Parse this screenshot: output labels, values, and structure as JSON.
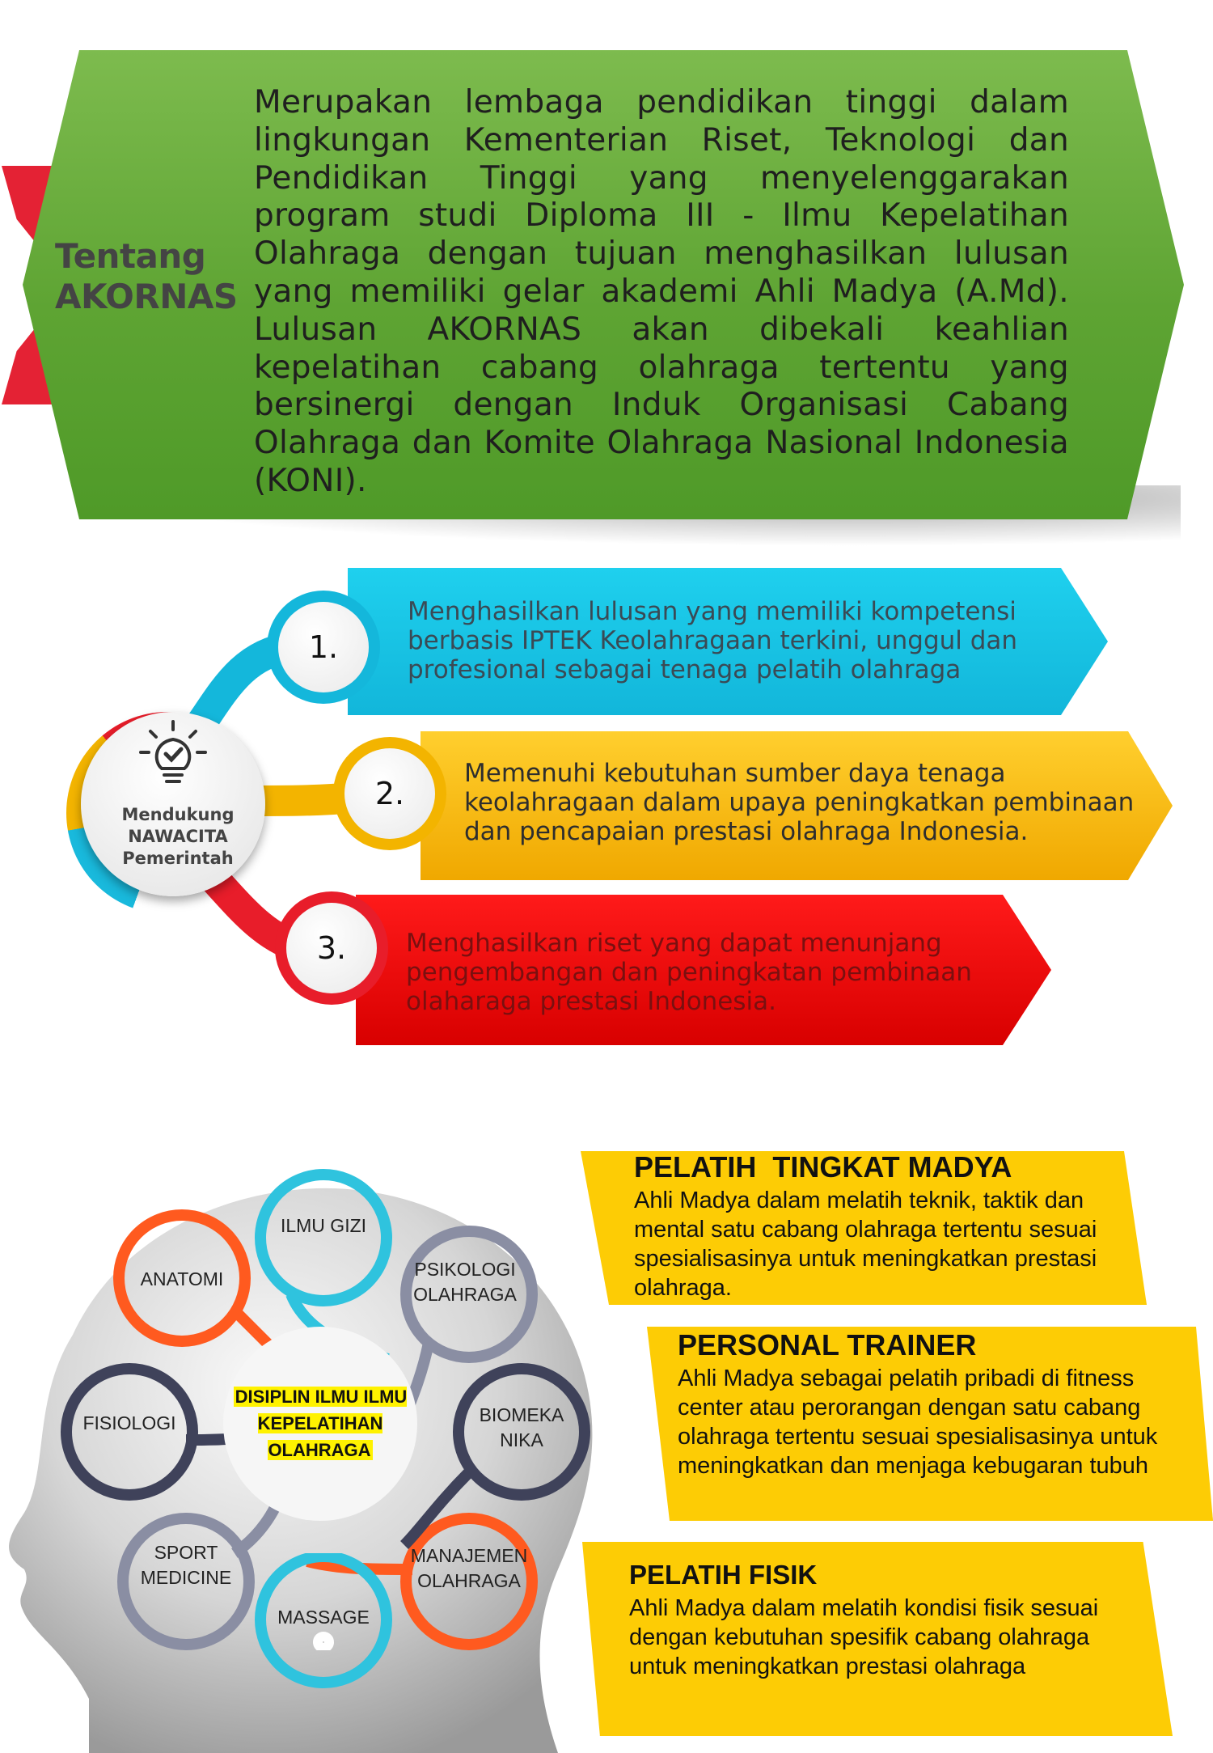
{
  "about": {
    "title": "Tentang AKORNAS",
    "text": "Merupakan lembaga pendidikan tinggi dalam lingkungan Kementerian Riset, Teknologi dan Pendidikan Tinggi yang menyelenggarakan program studi Diploma III - Ilmu Kepelatihan Olahraga dengan tujuan menghasilkan lulusan yang memiliki gelar akademi Ahli Madya (A.Md). Lulusan AKORNAS akan dibekali keahlian kepelatihan cabang olahraga tertentu yang bersinergi dengan Induk Organisasi Cabang Olahraga dan Komite Olahraga Nasional Indonesia (KONI)."
  },
  "goals": {
    "hub_label": "Mendukung NAWACITA Pemerintah",
    "hub_icon": "lightbulb-check-icon",
    "items": [
      {
        "number": "1.",
        "text": "Menghasilkan lulusan yang memiliki kompetensi berbasis IPTEK Keolahragaan terkini, unggul dan profesional sebagai tenaga pelatih olahraga",
        "color": "#14b7db"
      },
      {
        "number": "2.",
        "text": "Memenuhi kebutuhan sumber daya tenaga keolahragaan dalam upaya peningkatkan pembinaan dan pencapaian prestasi olahraga Indonesia.",
        "color": "#f3b400"
      },
      {
        "number": "3.",
        "text": "Menghasilkan riset yang dapat menunjang pengembangan dan peningkatan pembinaan olaharaga prestasi Indonesia.",
        "color": "#e81d2a"
      }
    ]
  },
  "disciplines": {
    "center": "DISIPLIN ILMU ILMU KEPELATIHAN OLAHRAGA",
    "items": [
      {
        "label": "ILMU GIZI",
        "color": "#2fc3de"
      },
      {
        "label": "PSIKOLOGI OLAHRAGA",
        "color": "#8a8ea3"
      },
      {
        "label": "BIOMEKA NIKA",
        "color": "#3f425a"
      },
      {
        "label": "MANAJEMEN OLAHRAGA",
        "color": "#ff5a1f"
      },
      {
        "label": "MASSAGE",
        "color": "#2fc3de"
      },
      {
        "label": "SPORT MEDICINE",
        "color": "#8a8ea3"
      },
      {
        "label": "FISIOLOGI",
        "color": "#3f425a"
      },
      {
        "label": "ANATOMI",
        "color": "#ff5a1f"
      }
    ]
  },
  "careers": [
    {
      "title": "PELATIH  TINGKAT MADYA",
      "description": "Ahli Madya dalam melatih teknik, taktik dan mental satu cabang olahraga tertentu sesuai spesialisasinya untuk meningkatkan prestasi olahraga."
    },
    {
      "title": "PERSONAL TRAINER",
      "description": "Ahli Madya sebagai pelatih pribadi di fitness center atau perorangan dengan satu cabang olahraga tertentu sesuai spesialisasinya untuk meningkatkan dan menjaga kebugaran tubuh"
    },
    {
      "title": "PELATIH FISIK",
      "description": "Ahli Madya dalam melatih kondisi fisik sesuai dengan kebutuhan spesifik cabang olahraga untuk meningkatkan prestasi olahraga"
    }
  ]
}
